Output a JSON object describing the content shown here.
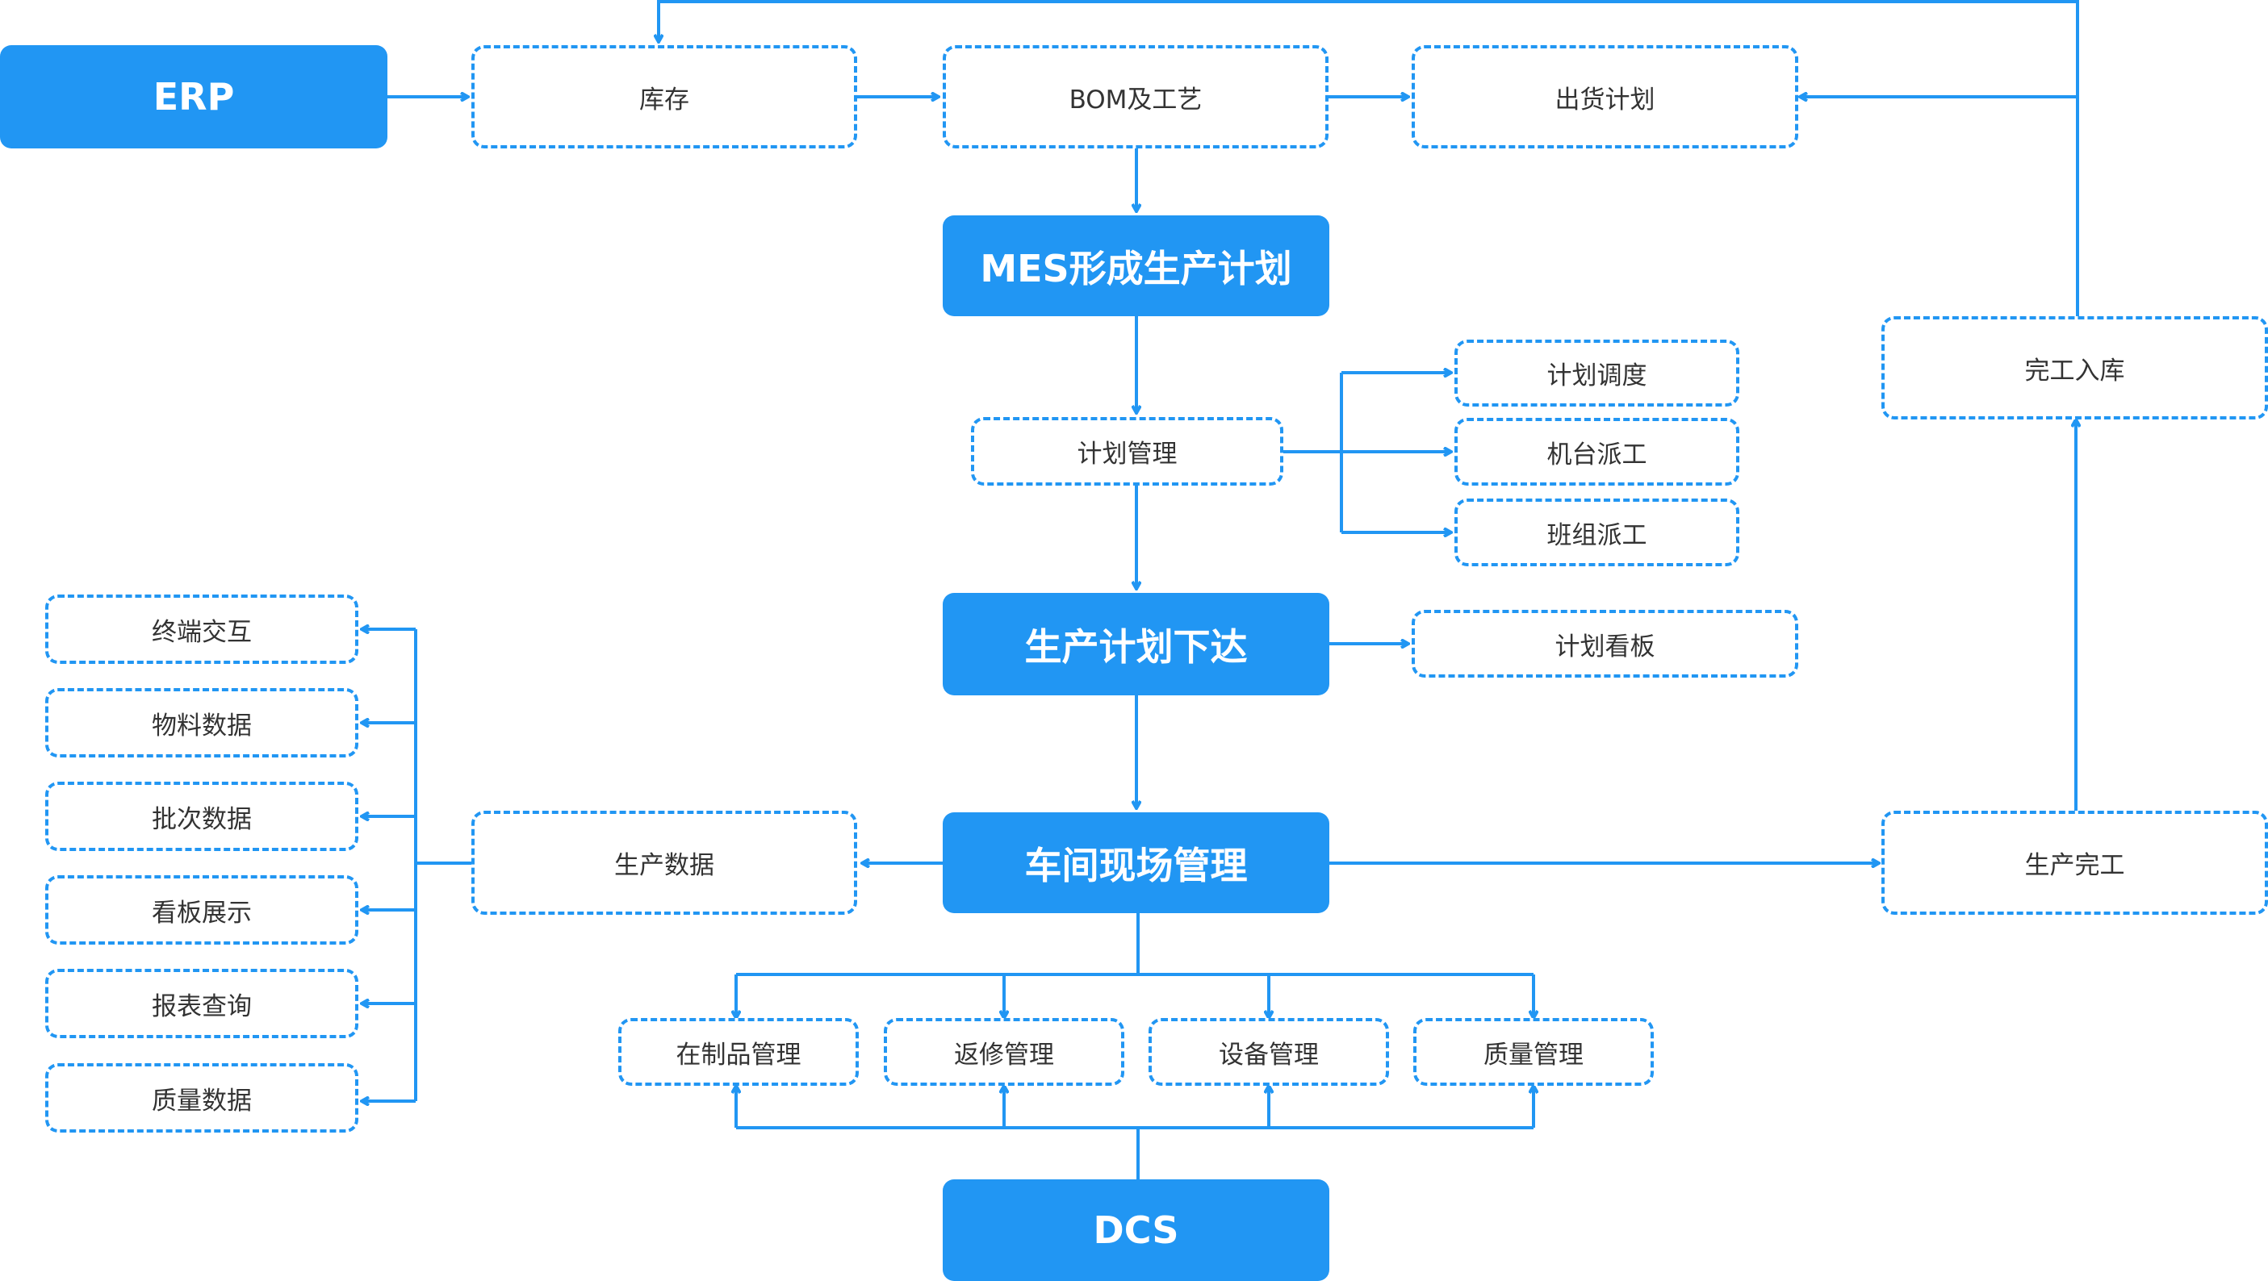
{
  "colors": {
    "accent": "#2196f3",
    "text": "#333333",
    "background": "#ffffff"
  },
  "primary": {
    "erp": "ERP",
    "mes_plan": "MES形成生产计划",
    "plan_issue": "生产计划下达",
    "workshop": "车间现场管理",
    "dcs": "DCS"
  },
  "top_row": {
    "inventory": "库存",
    "bom": "BOM及工艺",
    "shipping": "出货计划"
  },
  "plan_mgmt": {
    "label": "计划管理",
    "children": [
      "计划调度",
      "机台派工",
      "班组派工"
    ]
  },
  "plan_board": "计划看板",
  "completion": {
    "done": "生产完工",
    "warehouse": "完工入库"
  },
  "production_data": {
    "label": "生产数据",
    "children": [
      "终端交互",
      "物料数据",
      "批次数据",
      "看板展示",
      "报表查询",
      "质量数据"
    ]
  },
  "workshop_children": [
    "在制品管理",
    "返修管理",
    "设备管理",
    "质量管理"
  ]
}
